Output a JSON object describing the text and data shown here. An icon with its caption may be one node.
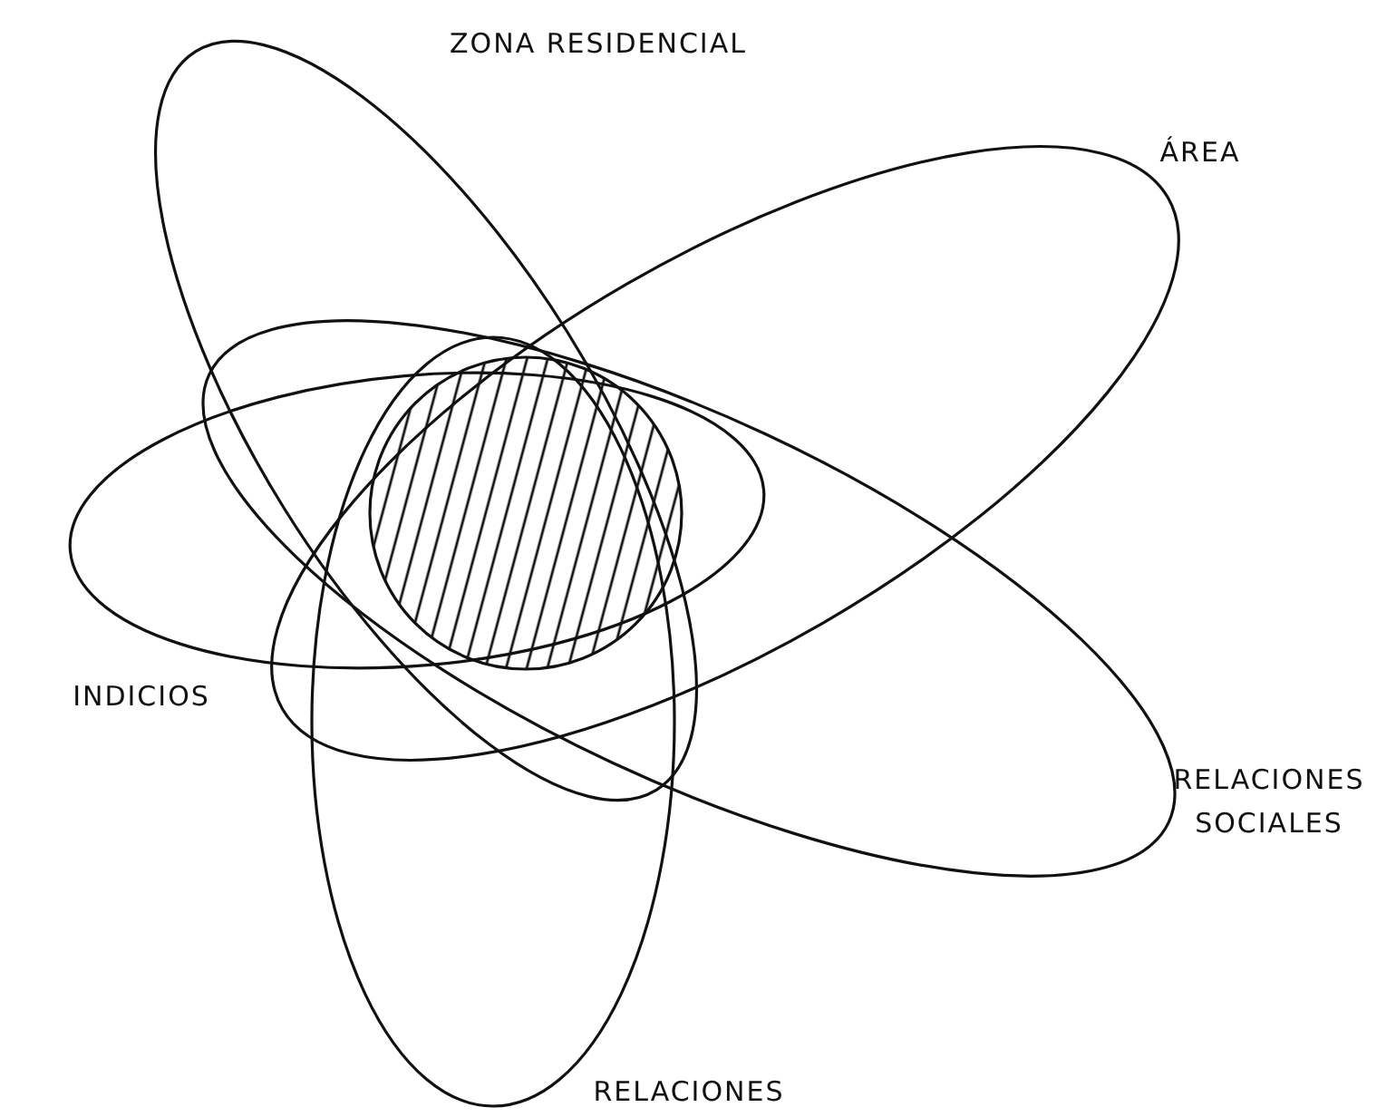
{
  "diagram": {
    "nodes": [
      {
        "text": [
          "ZONA RESIDENCIAL"
        ]
      },
      {
        "text": [
          "ÁREA"
        ]
      },
      {
        "text": [
          "INDICIOS"
        ]
      },
      {
        "text": [
          "RELACIONES SOCIALES"
        ]
      },
      {
        "text": [
          "RELACIONES"
        ]
      },
      {
        "text": [],
        "shape": "circle"
      }
    ],
    "edges": []
  }
}
